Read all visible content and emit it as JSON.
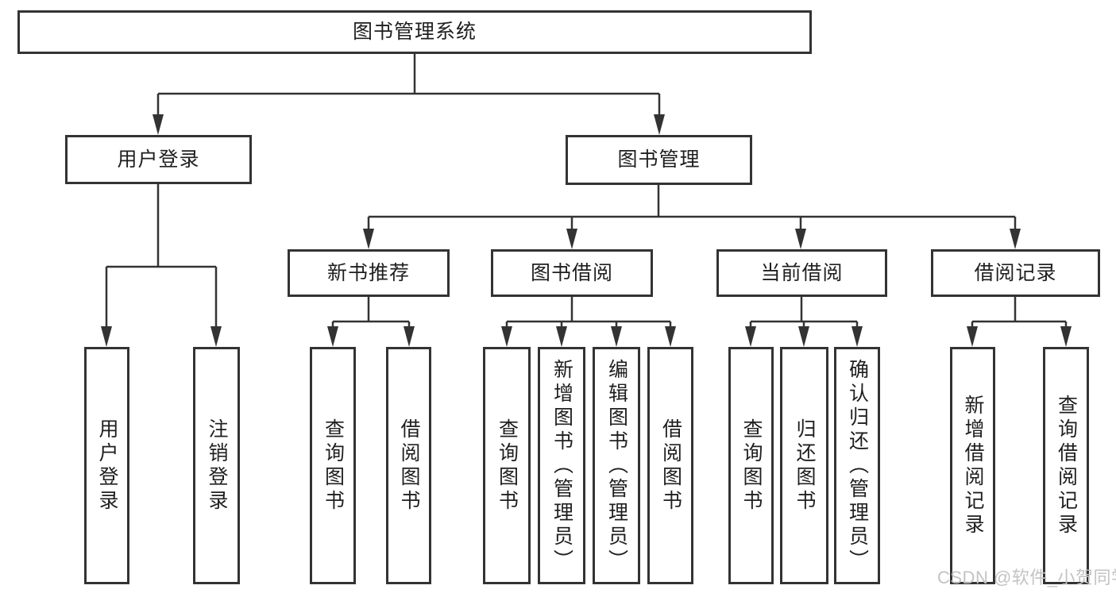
{
  "tree": {
    "label": "图书管理系统",
    "children": [
      {
        "label": "用户登录",
        "children": [
          {
            "label": "用户登录"
          },
          {
            "label": "注销登录"
          }
        ]
      },
      {
        "label": "图书管理",
        "children": [
          {
            "label": "新书推荐",
            "children": [
              {
                "label": "查询图书"
              },
              {
                "label": "借阅图书"
              }
            ]
          },
          {
            "label": "图书借阅",
            "children": [
              {
                "label": "查询图书"
              },
              {
                "label": "新增图书（管理员）"
              },
              {
                "label": "编辑图书（管理员）"
              },
              {
                "label": "借阅图书"
              }
            ]
          },
          {
            "label": "当前借阅",
            "children": [
              {
                "label": "查询图书"
              },
              {
                "label": "归还图书"
              },
              {
                "label": "确认归还（管理员）"
              }
            ]
          },
          {
            "label": "借阅记录",
            "children": [
              {
                "label": "新增借阅记录"
              },
              {
                "label": "查询借阅记录"
              }
            ]
          }
        ]
      }
    ]
  },
  "watermark": "CSDN @软件_小贺同学",
  "colors": {
    "line": "#333333",
    "text": "#1f1f1f",
    "watermark": "#c3c3c3",
    "background": "#ffffff"
  }
}
